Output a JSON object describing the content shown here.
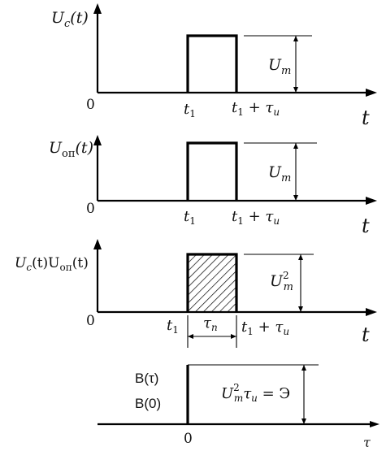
{
  "panels": [
    {
      "id": "signal",
      "ylabel_main": "U",
      "ylabel_sub": "c",
      "ylabel_tail": "(t)",
      "origin": "0",
      "t1": "t",
      "t1_sub": "1",
      "t2_main": "t",
      "t2_sub": "1",
      "t2_tail": " + τ",
      "t2_tail_sub": "и",
      "axis": "t",
      "amp_main": "U",
      "amp_sub": "m"
    },
    {
      "id": "reference",
      "ylabel_main": "U",
      "ylabel_sub": "оп",
      "ylabel_tail": "(t)",
      "origin": "0",
      "t1": "t",
      "t1_sub": "1",
      "t2_main": "t",
      "t2_sub": "1",
      "t2_tail": " + τ",
      "t2_tail_sub": "и",
      "axis": "t",
      "amp_main": "U",
      "amp_sub": "m"
    },
    {
      "id": "product",
      "ylabel_a": "U",
      "ylabel_a_sub": "c",
      "ylabel_b": "(t)U",
      "ylabel_b_sub": "оп",
      "ylabel_c": "(t)",
      "origin": "0",
      "t1": "t",
      "t1_sub": "1",
      "tau_main": "τ",
      "tau_sub": "n",
      "t2_main": "t",
      "t2_sub": "1",
      "t2_tail": " + τ",
      "t2_tail_sub": "и",
      "axis": "t",
      "amp_main": "U",
      "amp_sup": "2",
      "amp_sub": "m"
    },
    {
      "id": "correlation",
      "y1": "B(τ)",
      "y2": "B(0)",
      "origin": "0",
      "axis": "τ",
      "energy_main": "U",
      "energy_sup": "2",
      "energy_sub": "m",
      "energy_mid": "τ",
      "energy_mid_sub": "и",
      "energy_eq": " = Э"
    }
  ]
}
